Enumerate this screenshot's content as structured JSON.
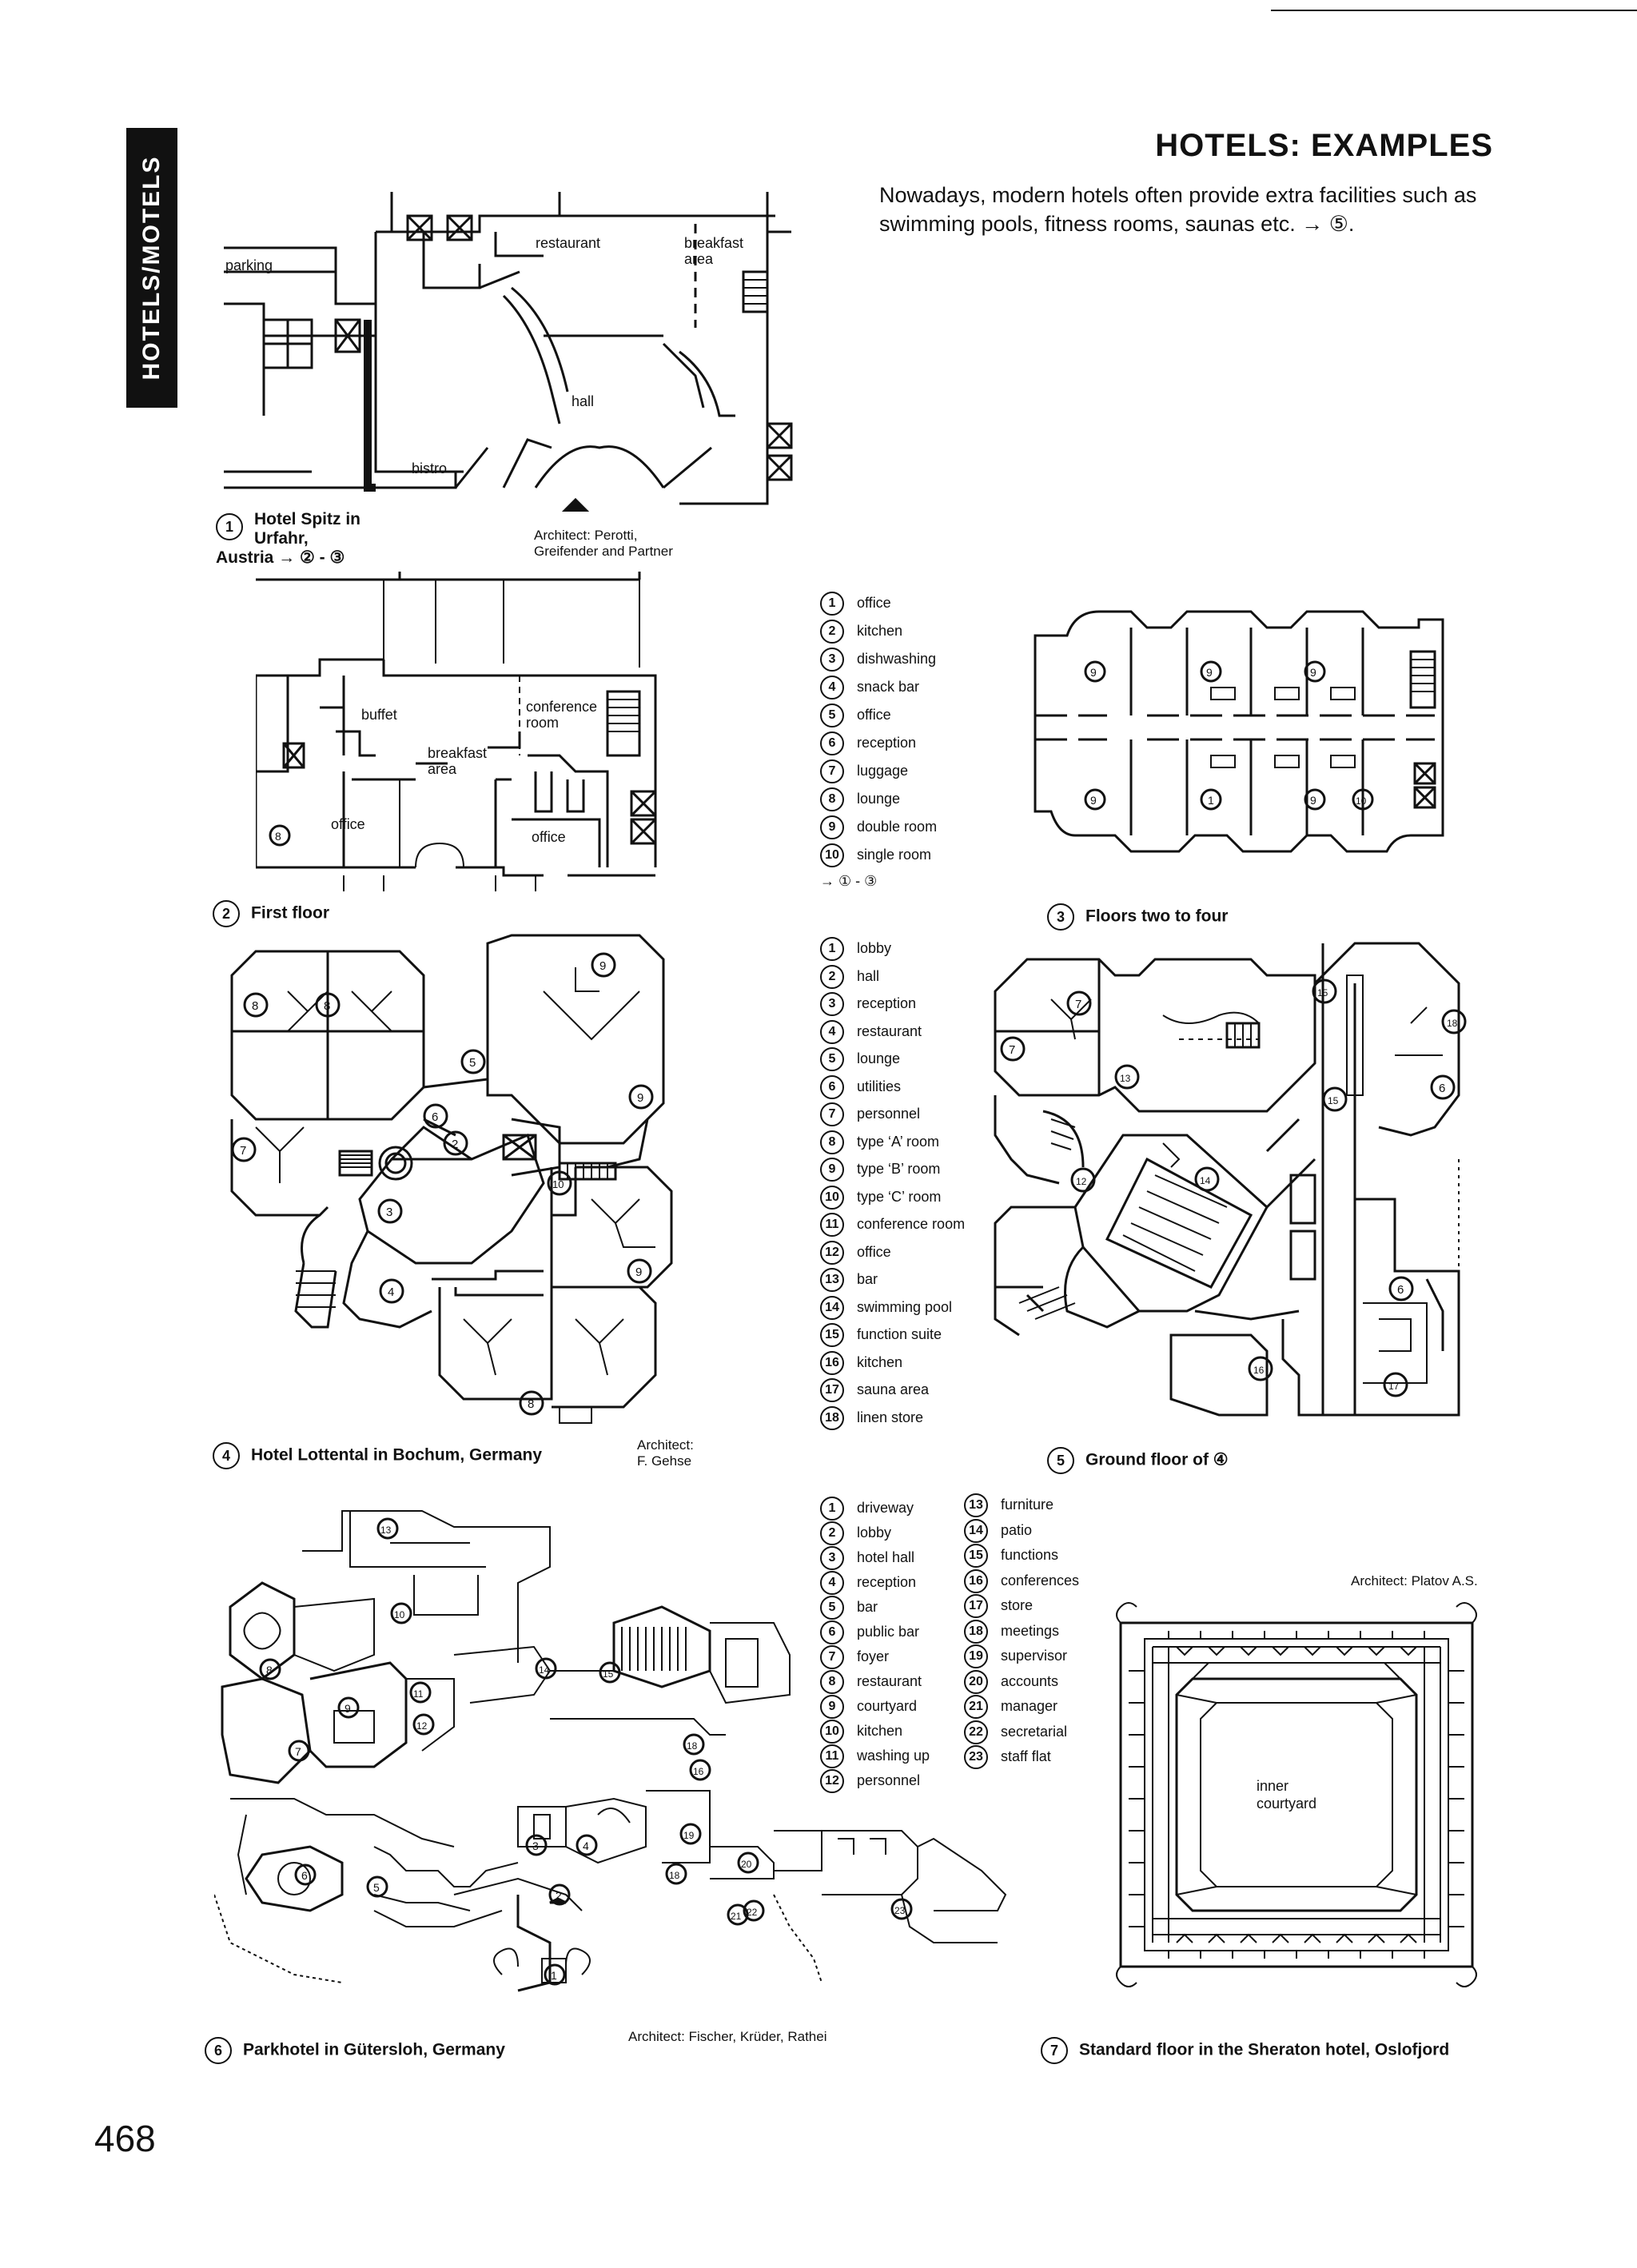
{
  "side_tab": "HOTELS/MOTELS",
  "page_title": "HOTELS: EXAMPLES",
  "intro": "Nowadays, modern hotels often provide extra facilities such as swimming pools, fitness rooms, saunas etc. → ⑤.",
  "page_number": "468",
  "fig1": {
    "num": "1",
    "caption_l1": "Hotel Spitz in Urfahr,",
    "caption_l2": "Austria → ② - ③",
    "architect_l1": "Architect: Perotti,",
    "architect_l2": "Greifender and Partner",
    "labels": {
      "parking": "parking",
      "restaurant": "restaurant",
      "breakfast1": "breakfast",
      "breakfast2": "area",
      "hall": "hall",
      "bistro": "bistro"
    }
  },
  "fig2": {
    "num": "2",
    "caption": "First floor",
    "labels": {
      "buffet": "buffet",
      "conf1": "conference",
      "conf2": "room",
      "bf1": "breakfast",
      "bf2": "area",
      "office1": "office",
      "office2": "office"
    }
  },
  "legend1": {
    "items": [
      {
        "n": "1",
        "t": "office"
      },
      {
        "n": "2",
        "t": "kitchen"
      },
      {
        "n": "3",
        "t": "dishwashing"
      },
      {
        "n": "4",
        "t": "snack bar"
      },
      {
        "n": "5",
        "t": "office"
      },
      {
        "n": "6",
        "t": "reception"
      },
      {
        "n": "7",
        "t": "luggage"
      },
      {
        "n": "8",
        "t": "lounge"
      },
      {
        "n": "9",
        "t": "double room"
      },
      {
        "n": "10",
        "t": "single room"
      }
    ],
    "ref": "→ ① - ③"
  },
  "fig3": {
    "num": "3",
    "caption": "Floors two to four"
  },
  "legend2": {
    "items": [
      {
        "n": "1",
        "t": "lobby"
      },
      {
        "n": "2",
        "t": "hall"
      },
      {
        "n": "3",
        "t": "reception"
      },
      {
        "n": "4",
        "t": "restaurant"
      },
      {
        "n": "5",
        "t": "lounge"
      },
      {
        "n": "6",
        "t": "utilities"
      },
      {
        "n": "7",
        "t": "personnel"
      },
      {
        "n": "8",
        "t": "type ‘A’ room"
      },
      {
        "n": "9",
        "t": "type ‘B’ room"
      },
      {
        "n": "10",
        "t": "type ‘C’ room"
      },
      {
        "n": "11",
        "t": "conference room"
      },
      {
        "n": "12",
        "t": "office"
      },
      {
        "n": "13",
        "t": "bar"
      },
      {
        "n": "14",
        "t": "swimming pool"
      },
      {
        "n": "15",
        "t": "function suite"
      },
      {
        "n": "16",
        "t": "kitchen"
      },
      {
        "n": "17",
        "t": "sauna area"
      },
      {
        "n": "18",
        "t": "linen store"
      }
    ]
  },
  "fig4": {
    "num": "4",
    "caption": "Hotel Lottental in Bochum, Germany",
    "architect_l1": "Architect:",
    "architect_l2": "F. Gehse"
  },
  "fig5": {
    "num": "5",
    "caption": "Ground floor of ④"
  },
  "legend3a": {
    "items": [
      {
        "n": "1",
        "t": "driveway"
      },
      {
        "n": "2",
        "t": "lobby"
      },
      {
        "n": "3",
        "t": "hotel hall"
      },
      {
        "n": "4",
        "t": "reception"
      },
      {
        "n": "5",
        "t": "bar"
      },
      {
        "n": "6",
        "t": "public bar"
      },
      {
        "n": "7",
        "t": "foyer"
      },
      {
        "n": "8",
        "t": "restaurant"
      },
      {
        "n": "9",
        "t": "courtyard"
      },
      {
        "n": "10",
        "t": "kitchen"
      },
      {
        "n": "11",
        "t": "washing up"
      },
      {
        "n": "12",
        "t": "personnel"
      }
    ]
  },
  "legend3b": {
    "items": [
      {
        "n": "13",
        "t": "furniture"
      },
      {
        "n": "14",
        "t": "patio"
      },
      {
        "n": "15",
        "t": "functions"
      },
      {
        "n": "16",
        "t": "conferences"
      },
      {
        "n": "17",
        "t": "store"
      },
      {
        "n": "18",
        "t": "meetings"
      },
      {
        "n": "19",
        "t": "supervisor"
      },
      {
        "n": "20",
        "t": "accounts"
      },
      {
        "n": "21",
        "t": "manager"
      },
      {
        "n": "22",
        "t": "secretarial"
      },
      {
        "n": "23",
        "t": "staff flat"
      }
    ]
  },
  "fig6": {
    "num": "6",
    "caption": "Parkhotel in Gütersloh, Germany",
    "architect": "Architect: Fischer, Krüder, Rathei"
  },
  "fig7": {
    "num": "7",
    "caption": "Standard floor in the Sheraton hotel, Oslofjord",
    "architect": "Architect: Platov A.S.",
    "labels": {
      "c1": "inner",
      "c2": "courtyard"
    }
  }
}
